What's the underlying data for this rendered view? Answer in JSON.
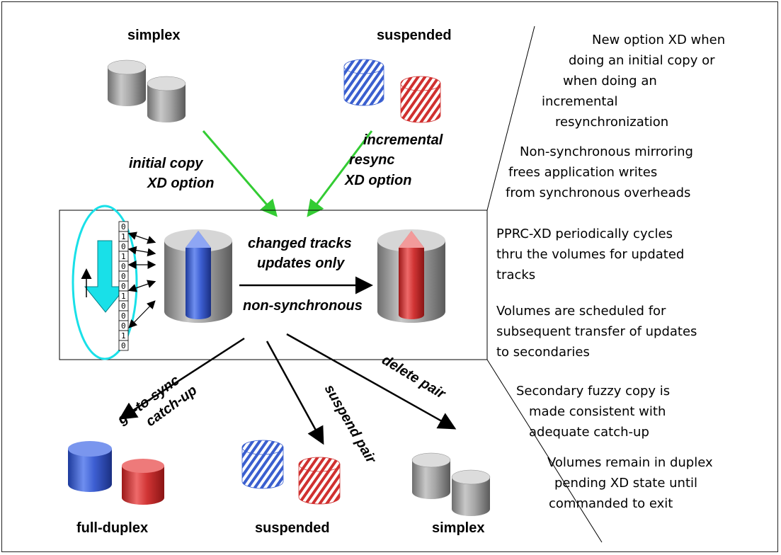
{
  "states": {
    "top_left": "simplex",
    "top_mid": "suspended",
    "bottom_left": "full-duplex",
    "bottom_mid": "suspended",
    "bottom_right": "simplex"
  },
  "operations": {
    "initial_copy": [
      "initial copy",
      "XD option"
    ],
    "incremental_resync": [
      "incremental",
      "resync",
      "XD option"
    ],
    "changed_tracks": [
      "changed tracks",
      "updates only"
    ],
    "non_synchronous": "non-synchronous",
    "go_to_sync": "go-to-sync",
    "catch_up": "catch-up",
    "suspend_pair": "suspend pair",
    "delete_pair": "delete pair"
  },
  "bitmap": [
    "0",
    "1",
    "0",
    "1",
    "0",
    "0",
    "0",
    "1",
    "0",
    "0",
    "0",
    "1",
    "0"
  ],
  "notes": [
    [
      "New option XD when",
      "doing an initial copy or",
      "when doing an",
      "incremental",
      "resynchronization"
    ],
    [
      "Non-synchronous mirroring",
      "frees application writes",
      "from synchronous overheads"
    ],
    [
      "PPRC-XD periodically cycles",
      "thru the volumes for updated",
      "tracks"
    ],
    [
      "Volumes are scheduled for",
      "subsequent transfer of updates",
      "to secondaries"
    ],
    [
      "Secondary fuzzy copy is",
      "made consistent with",
      "adequate catch-up"
    ],
    [
      "Volumes remain in duplex",
      "pending XD state until",
      "commanded to exit"
    ]
  ],
  "colors": {
    "green_arrow": "#33cc33",
    "cyan_cycle": "#19e0e8",
    "blue_volume": "#3a5fcf",
    "red_volume": "#d0302f",
    "gray_volume": "#9a9a9a"
  }
}
